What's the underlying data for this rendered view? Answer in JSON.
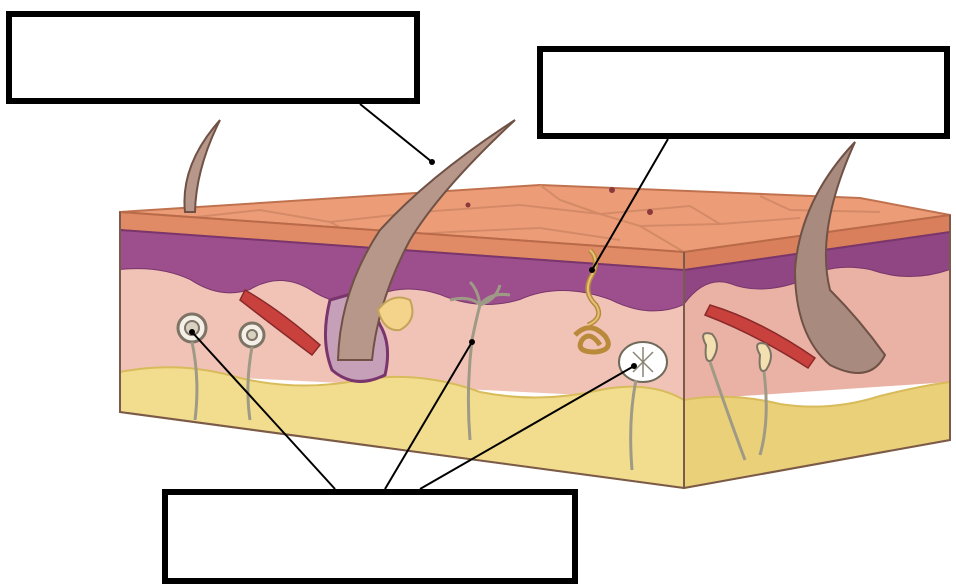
{
  "diagram": {
    "labels": [
      {
        "id": "hair",
        "text": ""
      },
      {
        "id": "sweat-gland",
        "text": ""
      },
      {
        "id": "receptors",
        "text": ""
      }
    ],
    "colors": {
      "epidermis_surface": "#e9a07c",
      "epidermis_stroke": "#c87a57",
      "stratum": "#9c4f8c",
      "dermis": "#f1c3b6",
      "fat": "#f2dc8e",
      "hair": "#a88a7e",
      "muscle": "#c9413d",
      "nerve": "#9f9a86",
      "leader_line": "#000000"
    }
  }
}
